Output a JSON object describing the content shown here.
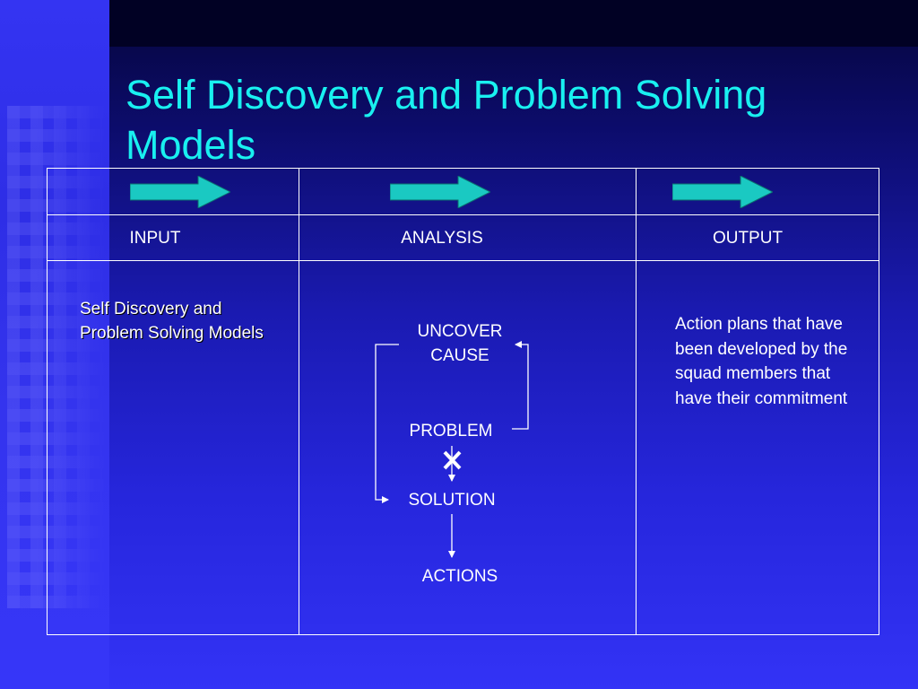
{
  "slide": {
    "title": "Self Discovery and Problem Solving Models",
    "colors": {
      "title": "#19f0f0",
      "arrow_fill": "#1ac9c2",
      "text": "#ffffff",
      "grid_lines": "#ffffff"
    }
  },
  "table": {
    "columns": [
      {
        "header": "INPUT",
        "arrow_icon": "right-arrow-icon"
      },
      {
        "header": "ANALYSIS",
        "arrow_icon": "right-arrow-icon"
      },
      {
        "header": "OUTPUT",
        "arrow_icon": "right-arrow-icon"
      }
    ],
    "input_content": "Self Discovery and Problem Solving Models",
    "output_content": "Action plans that have been developed by the squad members that have their commitment"
  },
  "analysis_flow": {
    "uncover_cause": "UNCOVER CAUSE",
    "problem": "PROBLEM",
    "solution": "SOLUTION",
    "actions": "ACTIONS",
    "block_mark_icon": "x-mark-icon"
  }
}
